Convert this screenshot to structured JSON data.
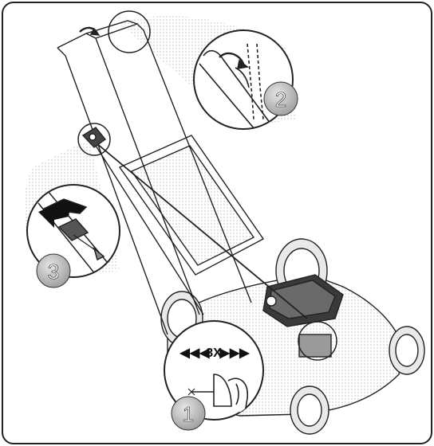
{
  "diagram": {
    "steps": [
      {
        "number": "1",
        "content": "prime-bulb-detail"
      },
      {
        "number": "2",
        "content": "control-bar-detail"
      },
      {
        "number": "3",
        "content": "starter-handle-pull-detail"
      }
    ],
    "prime_instruction": {
      "left_arrows": "◀◀◀",
      "count": "3X",
      "right_arrows": "▶▶▶"
    },
    "colors": {
      "ink": "#111111",
      "stipple": "#d6d6d6",
      "bubble_fill": "#bdbdbd",
      "frame": "#222222"
    }
  }
}
